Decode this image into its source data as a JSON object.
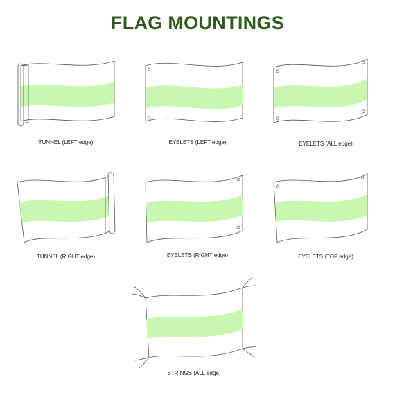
{
  "title": "FLAG MOUNTINGS",
  "colors": {
    "title": "#2f5a1e",
    "stripe": "#c8f7b0",
    "outline": "#555555"
  },
  "mountings": [
    {
      "label": "TUNNEL (LEFT edge)",
      "type": "tunnel-left"
    },
    {
      "label": "EYELETS (LEFT edge)",
      "type": "eyelets-left"
    },
    {
      "label": "EYELETS (ALL edge)",
      "type": "eyelets-all"
    },
    {
      "label": "TUNNEL (RIGHT edge)",
      "type": "tunnel-right"
    },
    {
      "label": "EYELETS (RIGHT edge)",
      "type": "eyelets-right"
    },
    {
      "label": "EYELETS (TOP edge)",
      "type": "eyelets-top"
    },
    {
      "label": "STRINGS (ALL edge)",
      "type": "strings-all"
    }
  ]
}
